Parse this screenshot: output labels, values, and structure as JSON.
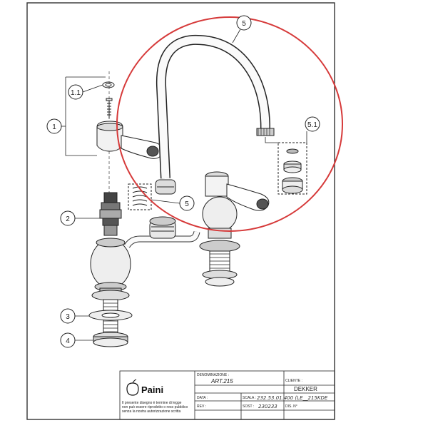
{
  "callouts": {
    "c1": "1",
    "c1_1": "1.1",
    "c2": "2",
    "c3": "3",
    "c4": "4",
    "c5_top": "5",
    "c5_mid": "5",
    "c5_1": "5.1"
  },
  "brand": {
    "name": "Paini",
    "icon": "apple-logo"
  },
  "legal_note": [
    "Il presente disegno è termine di legge",
    "non può essere riprodotto o reso pubblico",
    "senza la nostra autorizzazione scritta"
  ],
  "title_block": {
    "denominazione_label": "DENOMINAZIONE :",
    "denominazione_value": "ART.215",
    "cliente_label": "CLIENTE :",
    "cliente_value": "DEKKER",
    "data_label": "DATA :",
    "scala_label": "SCALA :",
    "scala_value": "232.53.01.400 (LE__215KDE",
    "rev_label": "REV :",
    "sost_label": "SOST :",
    "sost_value": "230233",
    "dis_label": "DIS. N°"
  },
  "colors": {
    "highlight_circle": "#d63a3a",
    "line": "#222222"
  }
}
